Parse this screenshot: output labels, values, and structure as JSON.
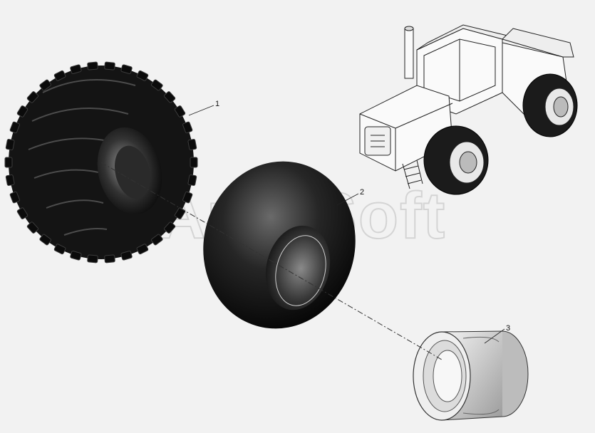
{
  "watermark": "AutoSoft",
  "callouts": [
    {
      "label": "1",
      "part": "tire"
    },
    {
      "label": "2",
      "part": "inner-tube"
    },
    {
      "label": "3",
      "part": "wheel-rim"
    }
  ],
  "colors": {
    "background": "#f2f2f2",
    "tire": "#141414",
    "tube": "#1a1a1a",
    "rim": "#d8d8d8",
    "line": "#222222"
  }
}
